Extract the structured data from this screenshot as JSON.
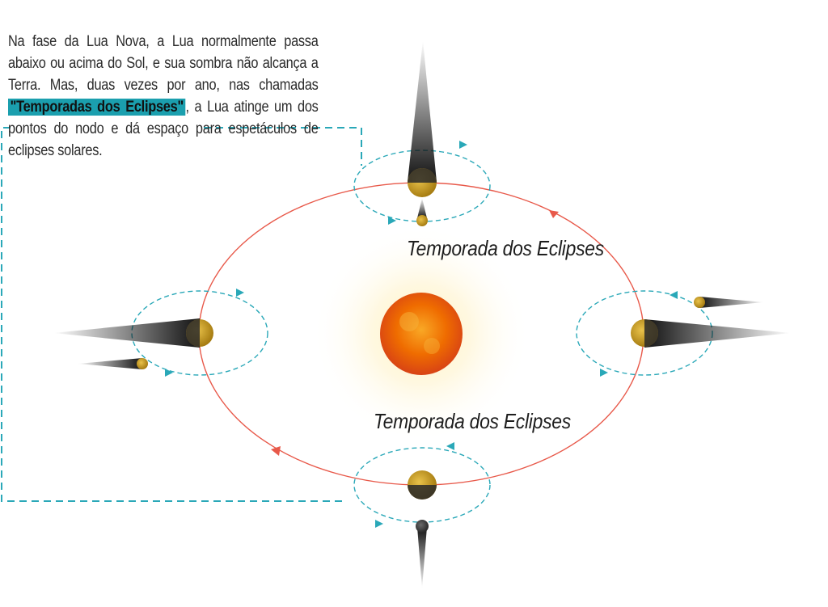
{
  "intro": {
    "text_before": "Na fase da Lua Nova, a Lua normalmente passa abaixo ou acima do Sol, e sua sombra não alcança a Terra. Mas, duas vezes por ano, nas chamadas ",
    "highlight": "\"Temporadas dos Eclipses\"",
    "text_after": ", a Lua atinge um dos pontos do nodo e dá espaço para espetáculos de eclipses solares."
  },
  "labels": {
    "season_top": "Temporada dos Eclipses",
    "season_bottom": "Temporada dos Eclipses"
  },
  "colors": {
    "earth_orbit": "#e8594a",
    "moon_orbit": "#2aa8b8",
    "highlight": "#1b9fae",
    "sun_core": "#f07a10",
    "moon": "#c9a12b"
  }
}
